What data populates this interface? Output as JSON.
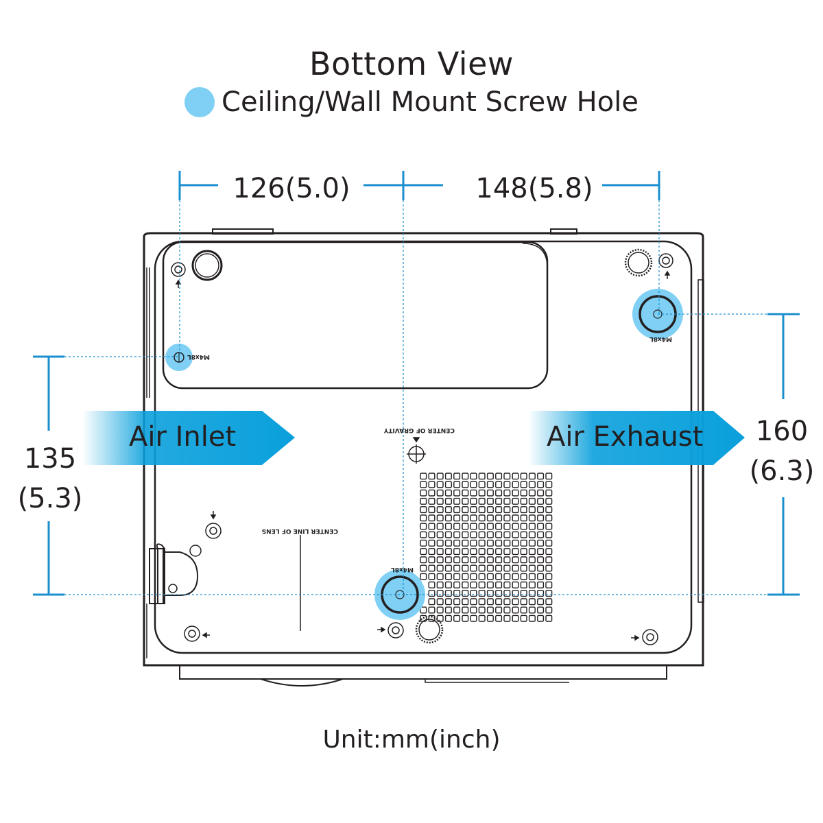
{
  "title": "Bottom View",
  "legend": {
    "label": "Ceiling/Wall Mount Screw Hole",
    "color": "#7fd0f4"
  },
  "dimensions": {
    "top_left": "126(5.0)",
    "top_right": "148(5.8)",
    "left_line1": "135",
    "left_line2": "(5.3)",
    "right_line1": "160",
    "right_line2": "(6.3)"
  },
  "airflow": {
    "inlet": "Air Inlet",
    "exhaust": "Air Exhaust",
    "color": "#0aa0dc"
  },
  "labels": {
    "center_of_gravity": "CENTER OF GRAVITY",
    "center_line_of_lens": "CENTER LINE OF LENS",
    "screw_spec": "M4x8L"
  },
  "unit": "Unit:mm(inch)",
  "colors": {
    "dimension_line": "#1a8fcf",
    "outline": "#231f20"
  }
}
